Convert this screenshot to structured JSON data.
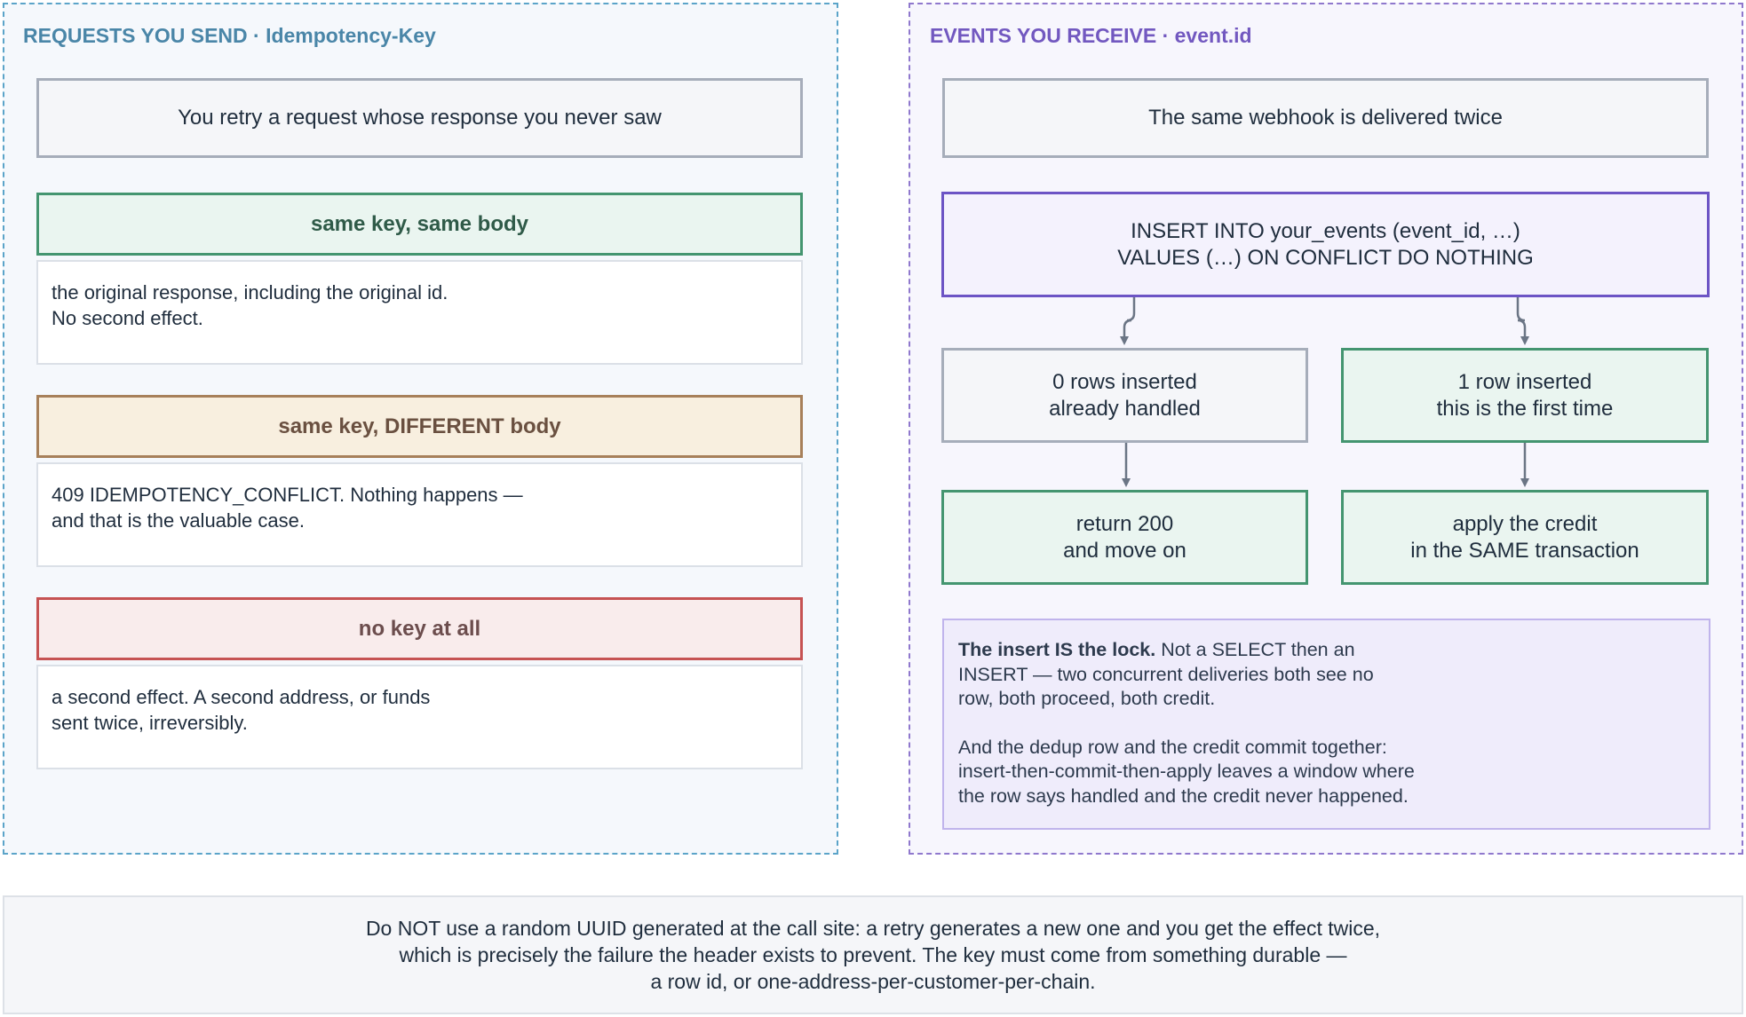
{
  "left_panel": {
    "title": "REQUESTS YOU SEND · Idempotency-Key",
    "scenario": "You retry a request whose response you never saw",
    "cases": [
      {
        "header": "same key, same body",
        "lines": [
          "the original response, including the original id.",
          "No second effect."
        ]
      },
      {
        "header": "same key, DIFFERENT body",
        "lines": [
          "409 IDEMPOTENCY_CONFLICT. Nothing happens —",
          "and that is the valuable case."
        ]
      },
      {
        "header": "no key at all",
        "lines": [
          "a second effect. A second address, or funds",
          "sent twice, irreversibly."
        ]
      }
    ]
  },
  "right_panel": {
    "title": "EVENTS YOU RECEIVE · event.id",
    "scenario": "The same webhook is delivered twice",
    "insert_lines": [
      "INSERT INTO your_events (event_id, …)",
      "VALUES (…) ON CONFLICT DO NOTHING"
    ],
    "zero_rows": [
      "0 rows inserted",
      "already handled"
    ],
    "one_row": [
      "1 row inserted",
      "this is the first time"
    ],
    "return_200": [
      "return 200",
      "and move on"
    ],
    "apply_credit": [
      "apply the credit",
      "in the SAME transaction"
    ],
    "lock_note": {
      "bold": "The insert IS the lock.",
      "p1_rest": " Not a SELECT then an",
      "p1_lines": [
        "INSERT — two concurrent deliveries both see no",
        "row, both proceed, both credit."
      ],
      "p2_lines": [
        "And the dedup row and the credit commit together:",
        "insert-then-commit-then-apply leaves a window where",
        "the row says handled and the credit never happened."
      ]
    }
  },
  "footer": {
    "lines": [
      "Do NOT use a random UUID generated at the call site: a retry generates a new one and you get the effect twice,",
      "which is precisely the failure the header exists to prevent. The key must come from something durable —",
      "a row id, or one-address-per-customer-per-chain."
    ]
  },
  "colors": {
    "left_accent": "#5ba4c9",
    "right_accent": "#8f78cd",
    "green": "#449570",
    "orange": "#a7805a",
    "red": "#c65353",
    "arrow": "#6b7585"
  }
}
